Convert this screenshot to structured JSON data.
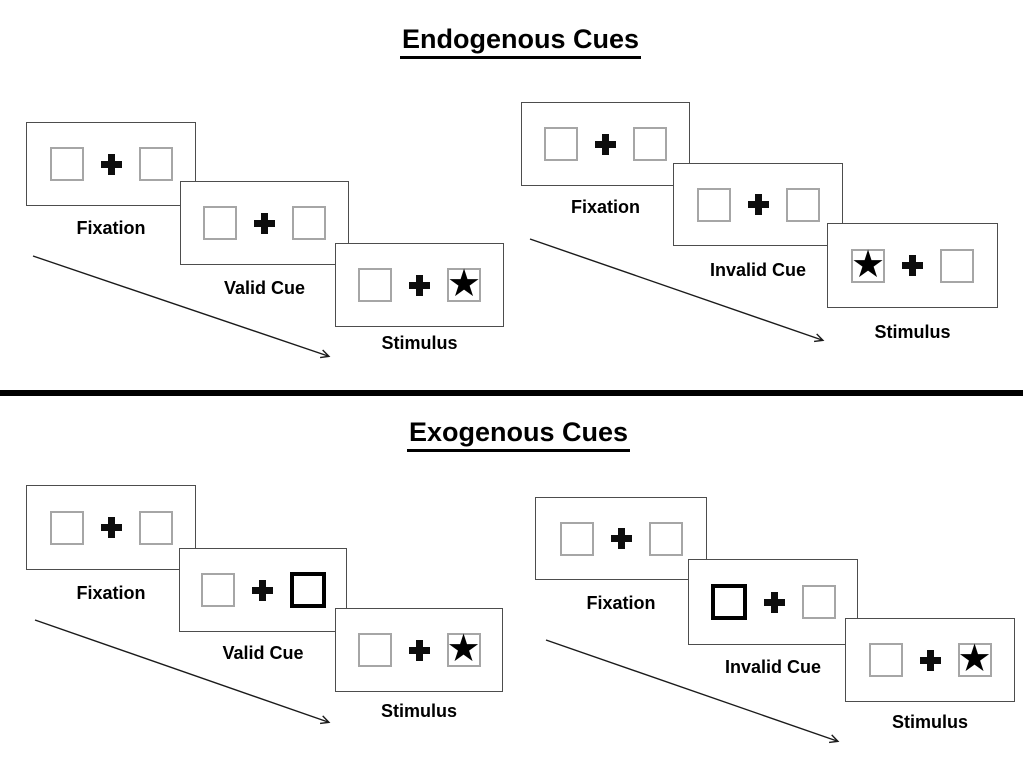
{
  "glyphs": {
    "star": "★"
  },
  "colors": {
    "panel_border": "#4d4d4d",
    "square_border": "#a6a6a6",
    "cue_highlight_border": "#000000",
    "ink": "#000000",
    "divider": "#000000"
  },
  "sections": [
    {
      "id": "endogenous",
      "title": "Endogenous Cues",
      "sequences": [
        {
          "id": "endogenous-valid",
          "panels": [
            {
              "label": "Fixation",
              "left": "empty",
              "right": "empty",
              "cue_arrow": false
            },
            {
              "label": "Valid Cue",
              "left": "empty",
              "right": "empty",
              "cue_arrow": true
            },
            {
              "label": "Stimulus",
              "left": "empty",
              "right": "star",
              "cue_arrow": false
            }
          ]
        },
        {
          "id": "endogenous-invalid",
          "panels": [
            {
              "label": "Fixation",
              "left": "empty",
              "right": "empty",
              "cue_arrow": false
            },
            {
              "label": "Invalid Cue",
              "left": "empty",
              "right": "empty",
              "cue_arrow": true
            },
            {
              "label": "Stimulus",
              "left": "star",
              "right": "empty",
              "cue_arrow": false
            }
          ]
        }
      ]
    },
    {
      "id": "exogenous",
      "title": "Exogenous Cues",
      "sequences": [
        {
          "id": "exogenous-valid",
          "panels": [
            {
              "label": "Fixation",
              "left": "empty",
              "right": "empty",
              "cue_arrow": false
            },
            {
              "label": "Valid Cue",
              "left": "empty",
              "right": "bold",
              "cue_arrow": false
            },
            {
              "label": "Stimulus",
              "left": "empty",
              "right": "star",
              "cue_arrow": false
            }
          ]
        },
        {
          "id": "exogenous-invalid",
          "panels": [
            {
              "label": "Fixation",
              "left": "empty",
              "right": "empty",
              "cue_arrow": false
            },
            {
              "label": "Invalid Cue",
              "left": "bold",
              "right": "empty",
              "cue_arrow": false
            },
            {
              "label": "Stimulus",
              "left": "empty",
              "right": "star",
              "cue_arrow": false
            }
          ]
        }
      ]
    }
  ]
}
